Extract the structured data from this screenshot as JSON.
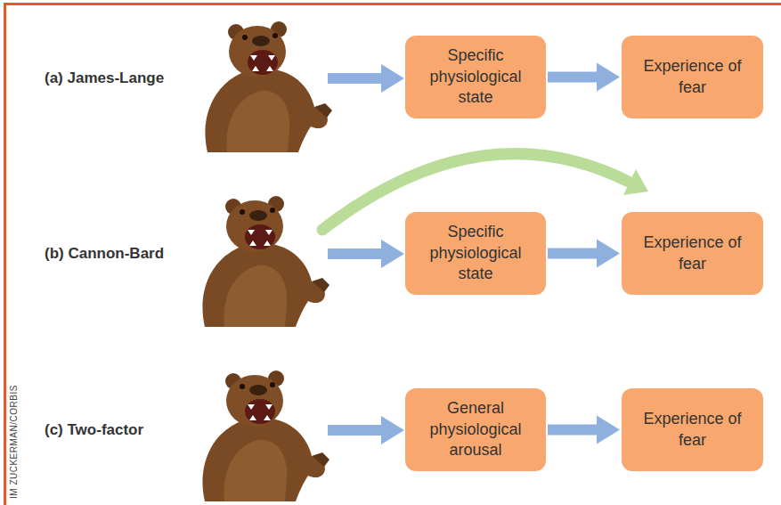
{
  "diagram": {
    "nodes": [
      {
        "text": [
          "Specific physiological state"
        ]
      },
      {
        "text": [
          "Experience of fear"
        ]
      },
      {
        "text": [
          "Specific physiological state"
        ]
      },
      {
        "text": [
          "Experience of fear"
        ]
      },
      {
        "text": [
          "General physiological arousal"
        ]
      },
      {
        "text": [
          "Experience of fear"
        ]
      }
    ],
    "edges": [
      {
        "from": 0,
        "to": 1,
        "arrow": "to"
      },
      {
        "from": 2,
        "to": 3,
        "arrow": "to"
      },
      {
        "from": 4,
        "to": 5,
        "arrow": "to"
      }
    ],
    "labels": [
      "(a) James-Lange",
      "(b) Cannon-Bard",
      "(c) Two-factor",
      "IM ZUCKERMAN/CORBIS"
    ]
  }
}
